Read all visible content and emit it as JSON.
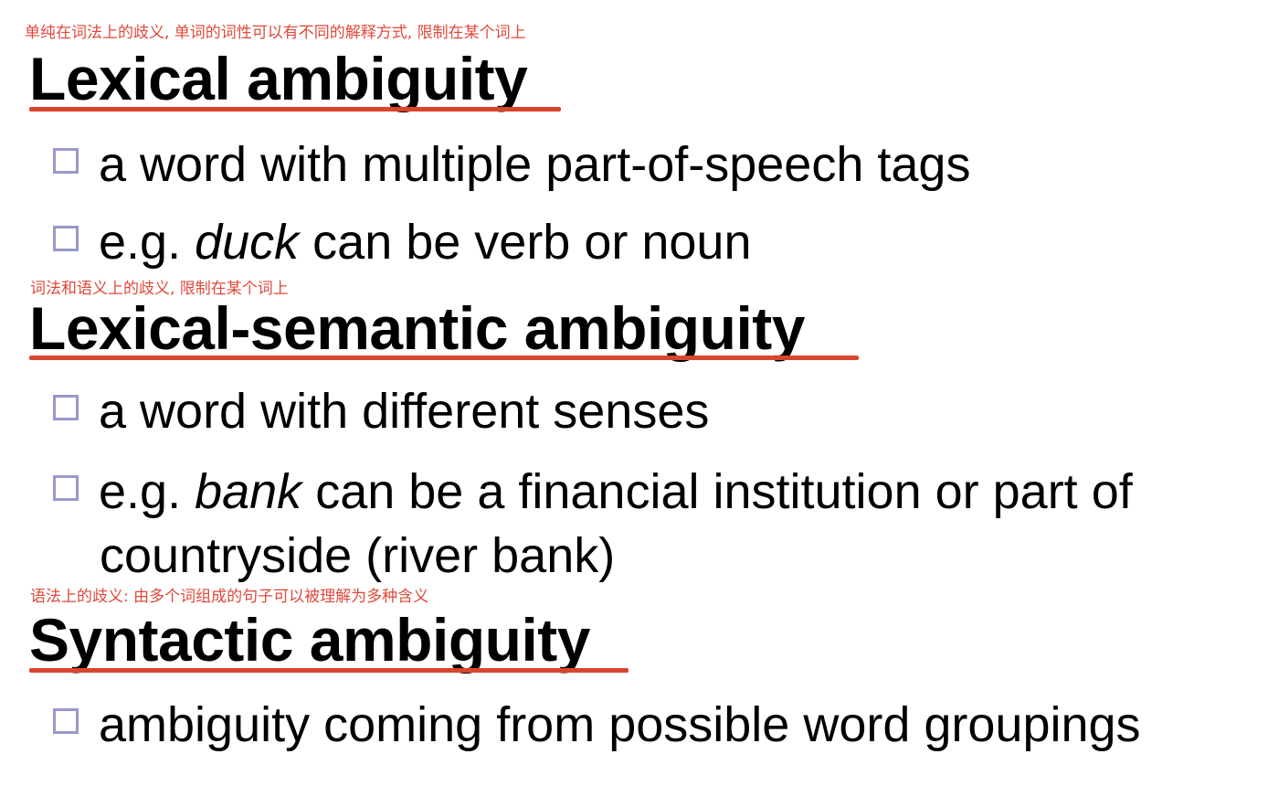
{
  "colors": {
    "note": "#e0483a",
    "underline": "#d9452f",
    "bullet_box": "#9999cc",
    "text": "#000000"
  },
  "icons": {
    "bullet": "hollow-square-icon"
  },
  "sections": [
    {
      "note": "单纯在词法上的歧义, 单词的词性可以有不同的解释方式, 限制在某个词上",
      "heading": "Lexical ambiguity",
      "bullets": [
        {
          "text": "a word with multiple part-of-speech tags"
        },
        {
          "prefix": "e.g. ",
          "emph": "duck",
          "suffix": " can be verb or noun"
        }
      ]
    },
    {
      "note": "词法和语义上的歧义, 限制在某个词上",
      "heading": "Lexical-semantic ambiguity",
      "bullets": [
        {
          "text": "a word with different senses"
        },
        {
          "prefix": "e.g. ",
          "emph": "bank",
          "suffix": " can be a financial institution or part of",
          "continuation": "countryside (river bank)"
        }
      ]
    },
    {
      "note": "语法上的歧义: 由多个词组成的句子可以被理解为多种含义",
      "heading": "Syntactic ambiguity",
      "bullets": [
        {
          "text": "ambiguity coming from possible word groupings"
        }
      ]
    }
  ]
}
